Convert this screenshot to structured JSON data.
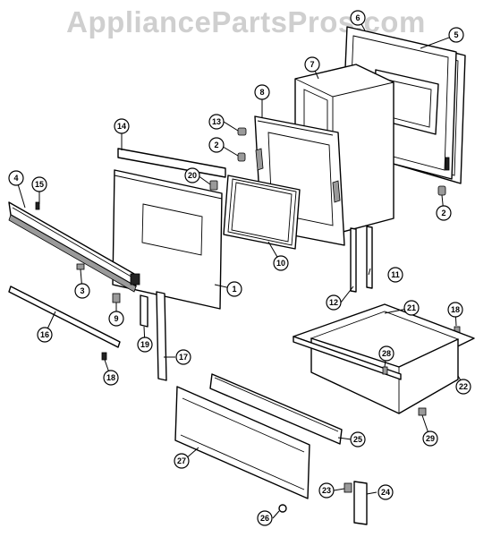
{
  "watermark": "AppliancePartsPros.com",
  "callouts": [
    "1",
    "2",
    "2",
    "3",
    "4",
    "5",
    "6",
    "7",
    "8",
    "9",
    "10",
    "11",
    "12",
    "13",
    "14",
    "15",
    "16",
    "17",
    "18",
    "18",
    "19",
    "20",
    "21",
    "22",
    "23",
    "24",
    "25",
    "26",
    "27",
    "28",
    "29"
  ]
}
